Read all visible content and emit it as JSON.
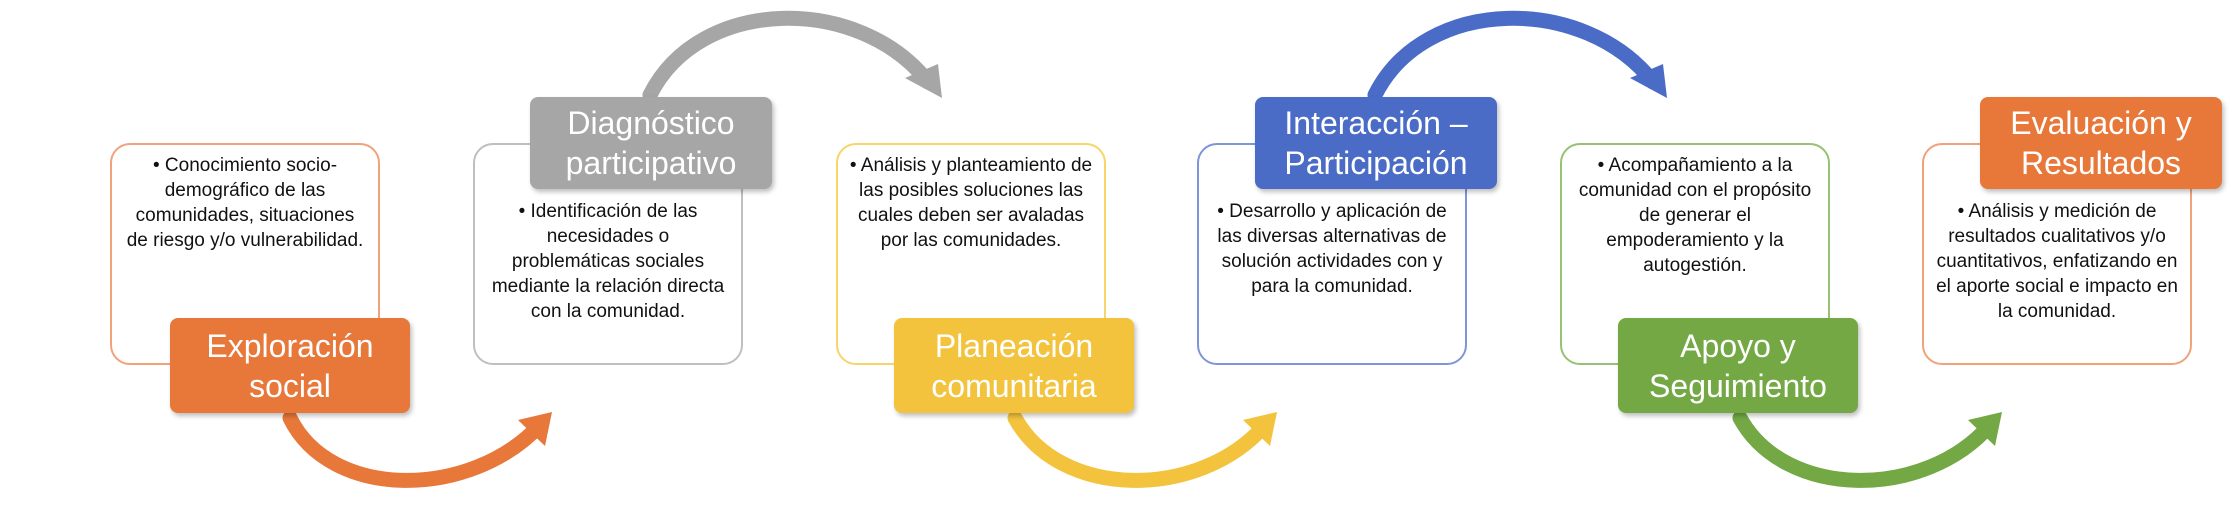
{
  "colors": {
    "orange": "#e8773a",
    "gray": "#a6a6a6",
    "yellow": "#f3c33e",
    "blue": "#4a6cc6",
    "green": "#73a845",
    "orange2": "#e8773a"
  },
  "stages": [
    {
      "title_line1": "Exploración",
      "title_line2": "social",
      "bullet": "• Conocimiento socio-demográfico de las comunidades, situaciones de riesgo y/o vulnerabilidad.",
      "color": "#e8773a",
      "border": "#f0a27a"
    },
    {
      "title_line1": "Diagnóstico",
      "title_line2": "participativo",
      "bullet": "• Identificación de las necesidades o problemáticas sociales mediante la relación directa con la comunidad.",
      "color": "#a6a6a6",
      "border": "#bfbfbf"
    },
    {
      "title_line1": "Planeación",
      "title_line2": "comunitaria",
      "bullet": "• Análisis y planteamiento de las posibles soluciones las cuales deben ser avaladas por las comunidades.",
      "color": "#f3c33e",
      "border": "#f6d56a"
    },
    {
      "title_line1": "Interacción –",
      "title_line2": "Participación",
      "bullet": "• Desarrollo y aplicación de las diversas alternativas de solución actividades con y para la comunidad.",
      "color": "#4a6cc6",
      "border": "#7f96d6"
    },
    {
      "title_line1": "Apoyo y",
      "title_line2": "Seguimiento",
      "bullet": "• Acompañamiento a la comunidad con el propósito de generar el empoderamiento y la autogestión.",
      "color": "#73a845",
      "border": "#97c173"
    },
    {
      "title_line1": "Evaluación y",
      "title_line2": "Resultados",
      "bullet": "• Análisis y medición de resultados cualitativos y/o cuantitativos, enfatizando en el aporte social e impacto en la comunidad.",
      "color": "#e8773a",
      "border": "#f0a27a"
    }
  ]
}
